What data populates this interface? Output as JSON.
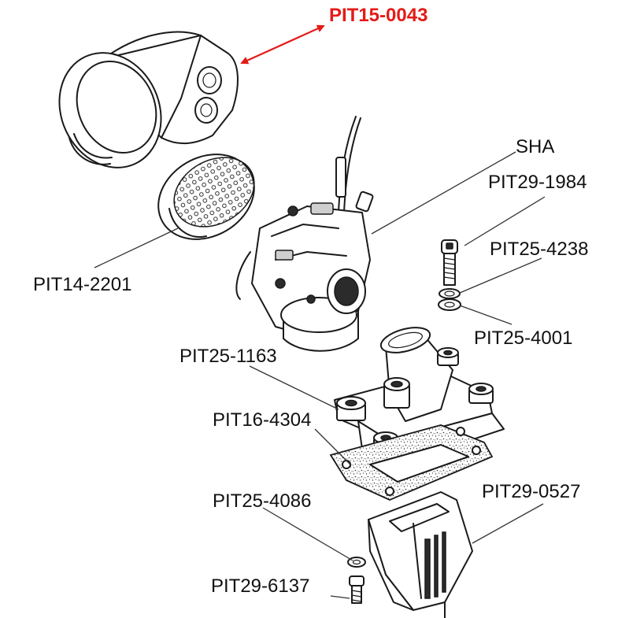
{
  "colors": {
    "highlight": "#e41b17",
    "ink": "#1a1a1a",
    "text": "#111111"
  },
  "labels": {
    "air_filter_housing": "PIT15-0043",
    "carburetor": "SHA",
    "filter_element": "PIT14-2201",
    "carb_screw": "PIT29-1984",
    "washer_upper": "PIT25-4238",
    "washer_lower": "PIT25-4001",
    "spacer": "PIT25-1163",
    "gasket": "PIT16-4304",
    "small_washer": "PIT25-4086",
    "reed_block": "PIT29-0527",
    "small_screw": "PIT29-6137"
  }
}
